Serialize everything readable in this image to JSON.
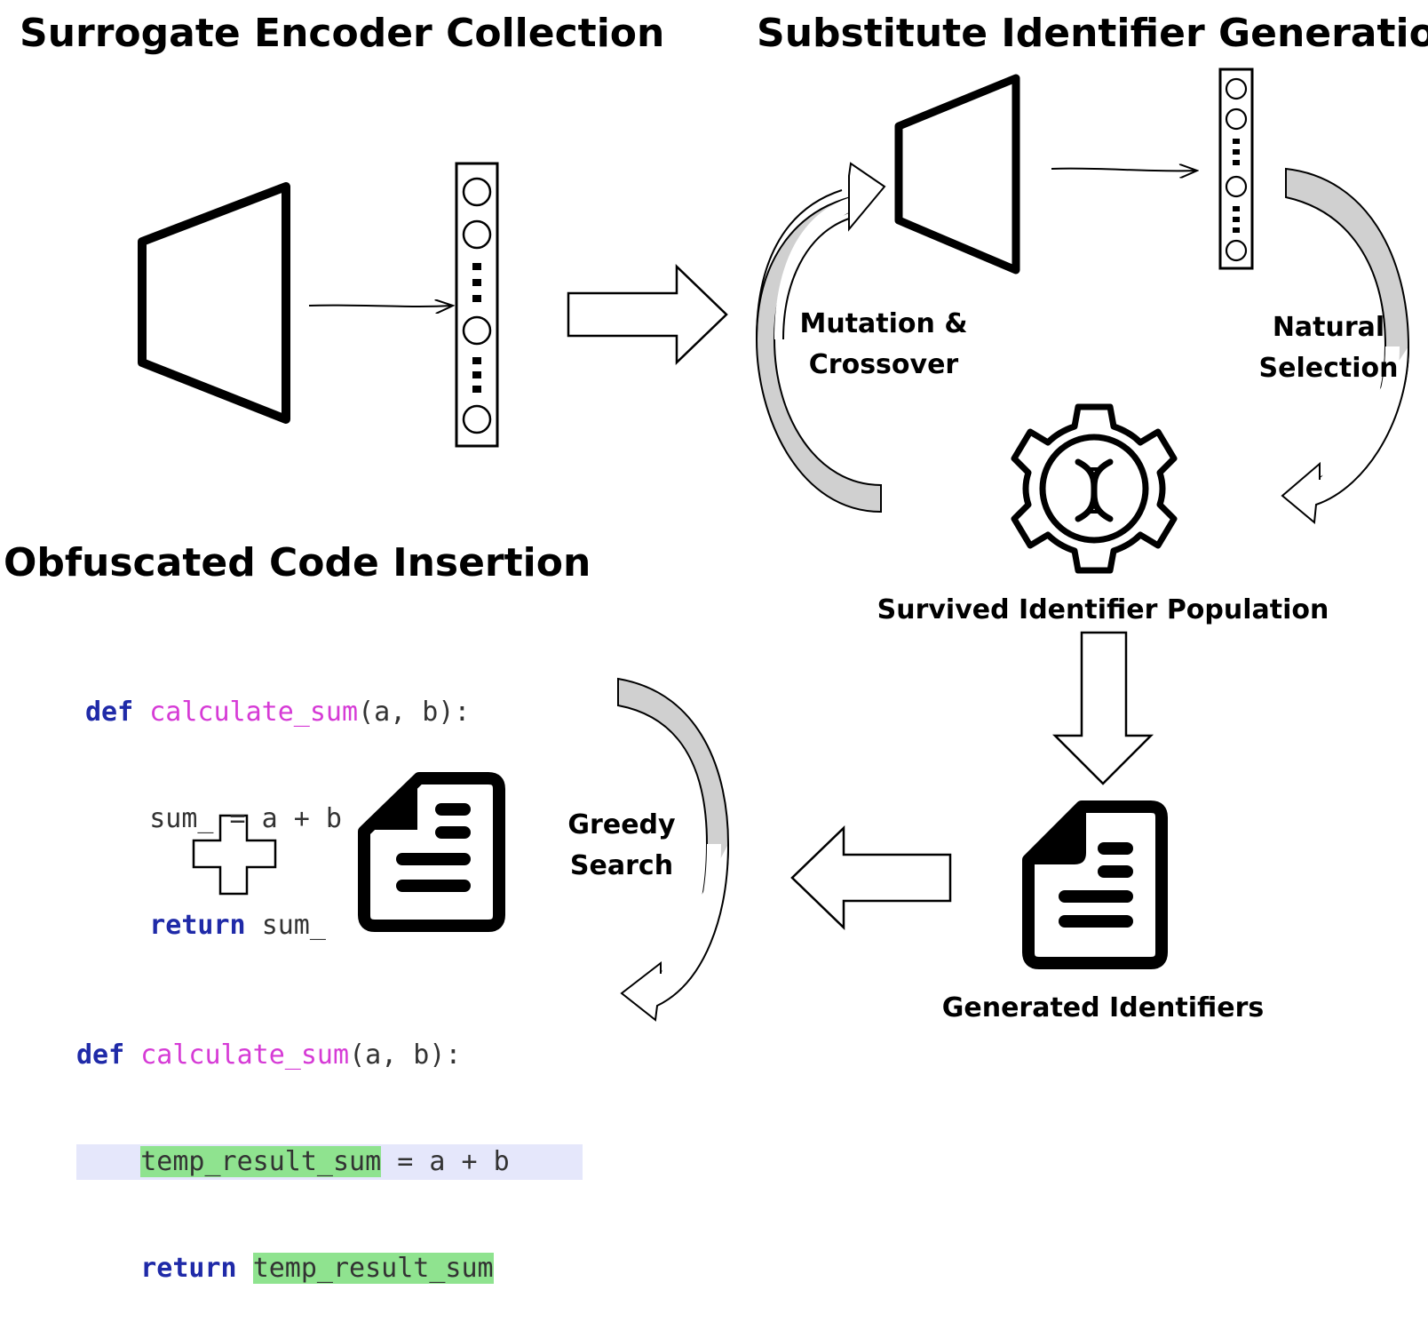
{
  "titles": {
    "surrogate": "Surrogate Encoder Collection",
    "substitute": "Substitute Identifier Generation",
    "obfuscated": "Obfuscated Code Insertion"
  },
  "labels": {
    "mutation_1": "Mutation &",
    "mutation_2": "Crossover",
    "natural_1": "Natural",
    "natural_2": "Selection",
    "survived": "Survived Identifier Population",
    "generated": "Generated Identifiers",
    "greedy_1": "Greedy",
    "greedy_2": "Search"
  },
  "code_original": {
    "def": "def",
    "func": "calculate_sum",
    "params": "(a, b):",
    "line2_var": "sum_",
    "line2_rest": " = a + b",
    "return_kw": "return",
    "return_val": "sum_"
  },
  "code_obfuscated": {
    "def": "def",
    "func": "calculate_sum",
    "params": "(a, b):",
    "line2_var": "temp_result_sum",
    "line2_rest": " = a + b",
    "return_kw": "return",
    "return_val": "temp_result_sum"
  },
  "colors": {
    "keyword": "#1f2aa8",
    "function": "#d63bd6",
    "highlight": "#8fe38f",
    "line_highlight": "#e5e7fb",
    "curve_fill": "#d0d0d0"
  }
}
